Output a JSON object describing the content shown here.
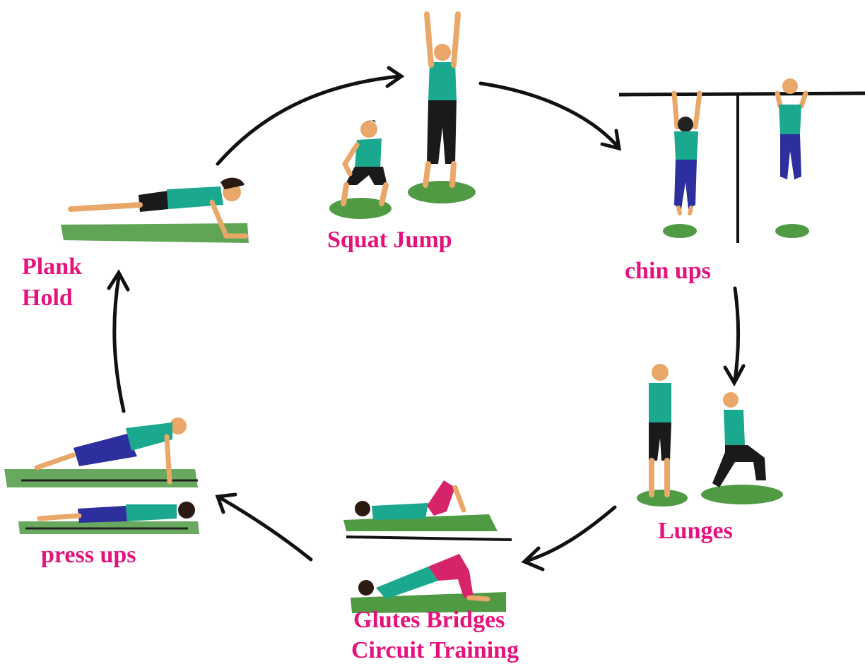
{
  "title": "Circuit Training",
  "stations": [
    {
      "id": "squat-jump",
      "label": "Squat Jump"
    },
    {
      "id": "chin-ups",
      "label": "chin ups"
    },
    {
      "id": "lunges",
      "label": "Lunges"
    },
    {
      "id": "glutes-bridges",
      "label": "Glutes Bridges"
    },
    {
      "id": "press-ups",
      "label": "press ups"
    },
    {
      "id": "plank-hold",
      "label_line1": "Plank",
      "label_line2": "Hold"
    }
  ],
  "colors": {
    "label": "#e5127d",
    "shirt": "#1aa88f",
    "pants_black": "#1a1a1a",
    "pants_blue": "#2d2f9e",
    "pants_pink": "#d6246a",
    "mat_green": "#4f9a43",
    "skin": "#e9a769",
    "arrow": "#111111"
  }
}
